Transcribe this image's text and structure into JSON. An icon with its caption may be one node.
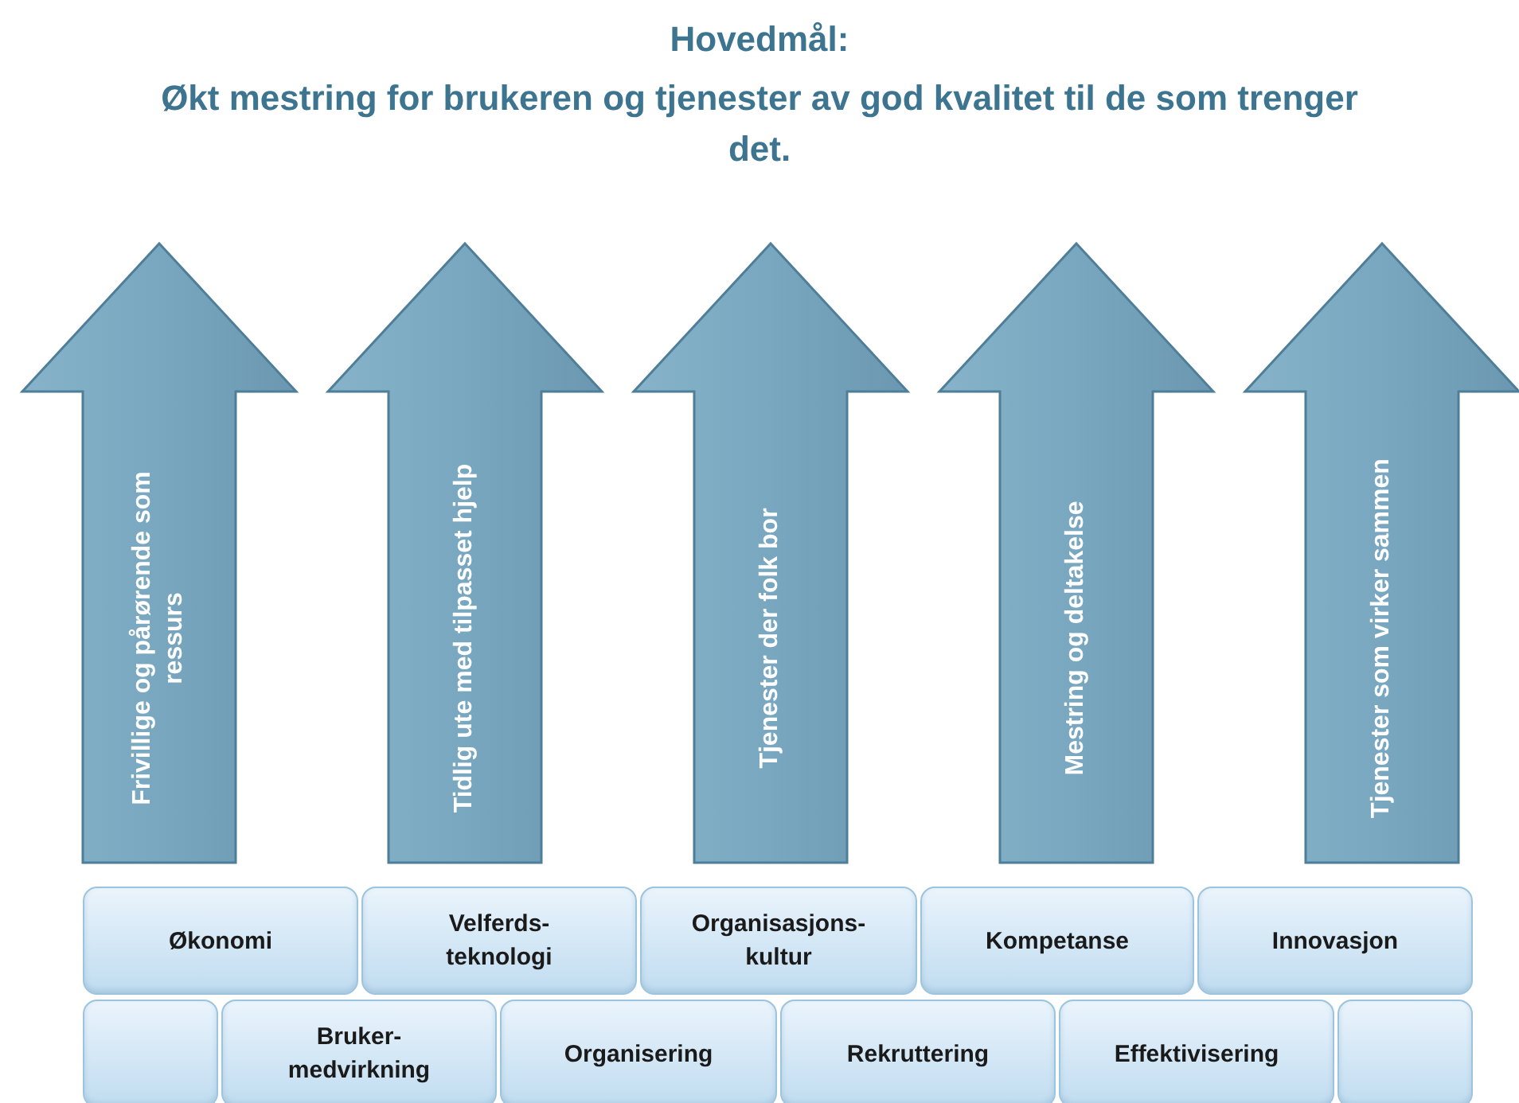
{
  "diagram": {
    "title": "Hovedmål:",
    "nodes": [
      {
        "text": [
          "Frivillige og pårørende som ressurs"
        ]
      },
      {
        "text": [
          "Tidlig ute med tilpasset hjelp"
        ]
      },
      {
        "text": [
          "Tjenester der folk bor"
        ]
      },
      {
        "text": [
          "Mestring og deltakelse"
        ]
      },
      {
        "text": [
          "Tjenester som virker sammen"
        ]
      },
      {
        "text": [
          "Økonomi"
        ]
      },
      {
        "text": [
          "Velferds- teknologi"
        ]
      },
      {
        "text": [
          "Organisasjons- kultur"
        ]
      },
      {
        "text": [
          "Kompetanse"
        ]
      },
      {
        "text": [
          "Innovasjon"
        ]
      },
      {
        "text": [],
        "shape": "box"
      },
      {
        "text": [
          "Bruker- medvirkning"
        ]
      },
      {
        "text": [
          "Organisering"
        ]
      },
      {
        "text": [
          "Rekruttering"
        ]
      },
      {
        "text": [
          "Effektivisering"
        ]
      },
      {
        "text": [],
        "shape": "box"
      }
    ],
    "labels": [
      "Økt mestring for brukeren og tjenester av god kvalitet til de som trenger det."
    ]
  }
}
